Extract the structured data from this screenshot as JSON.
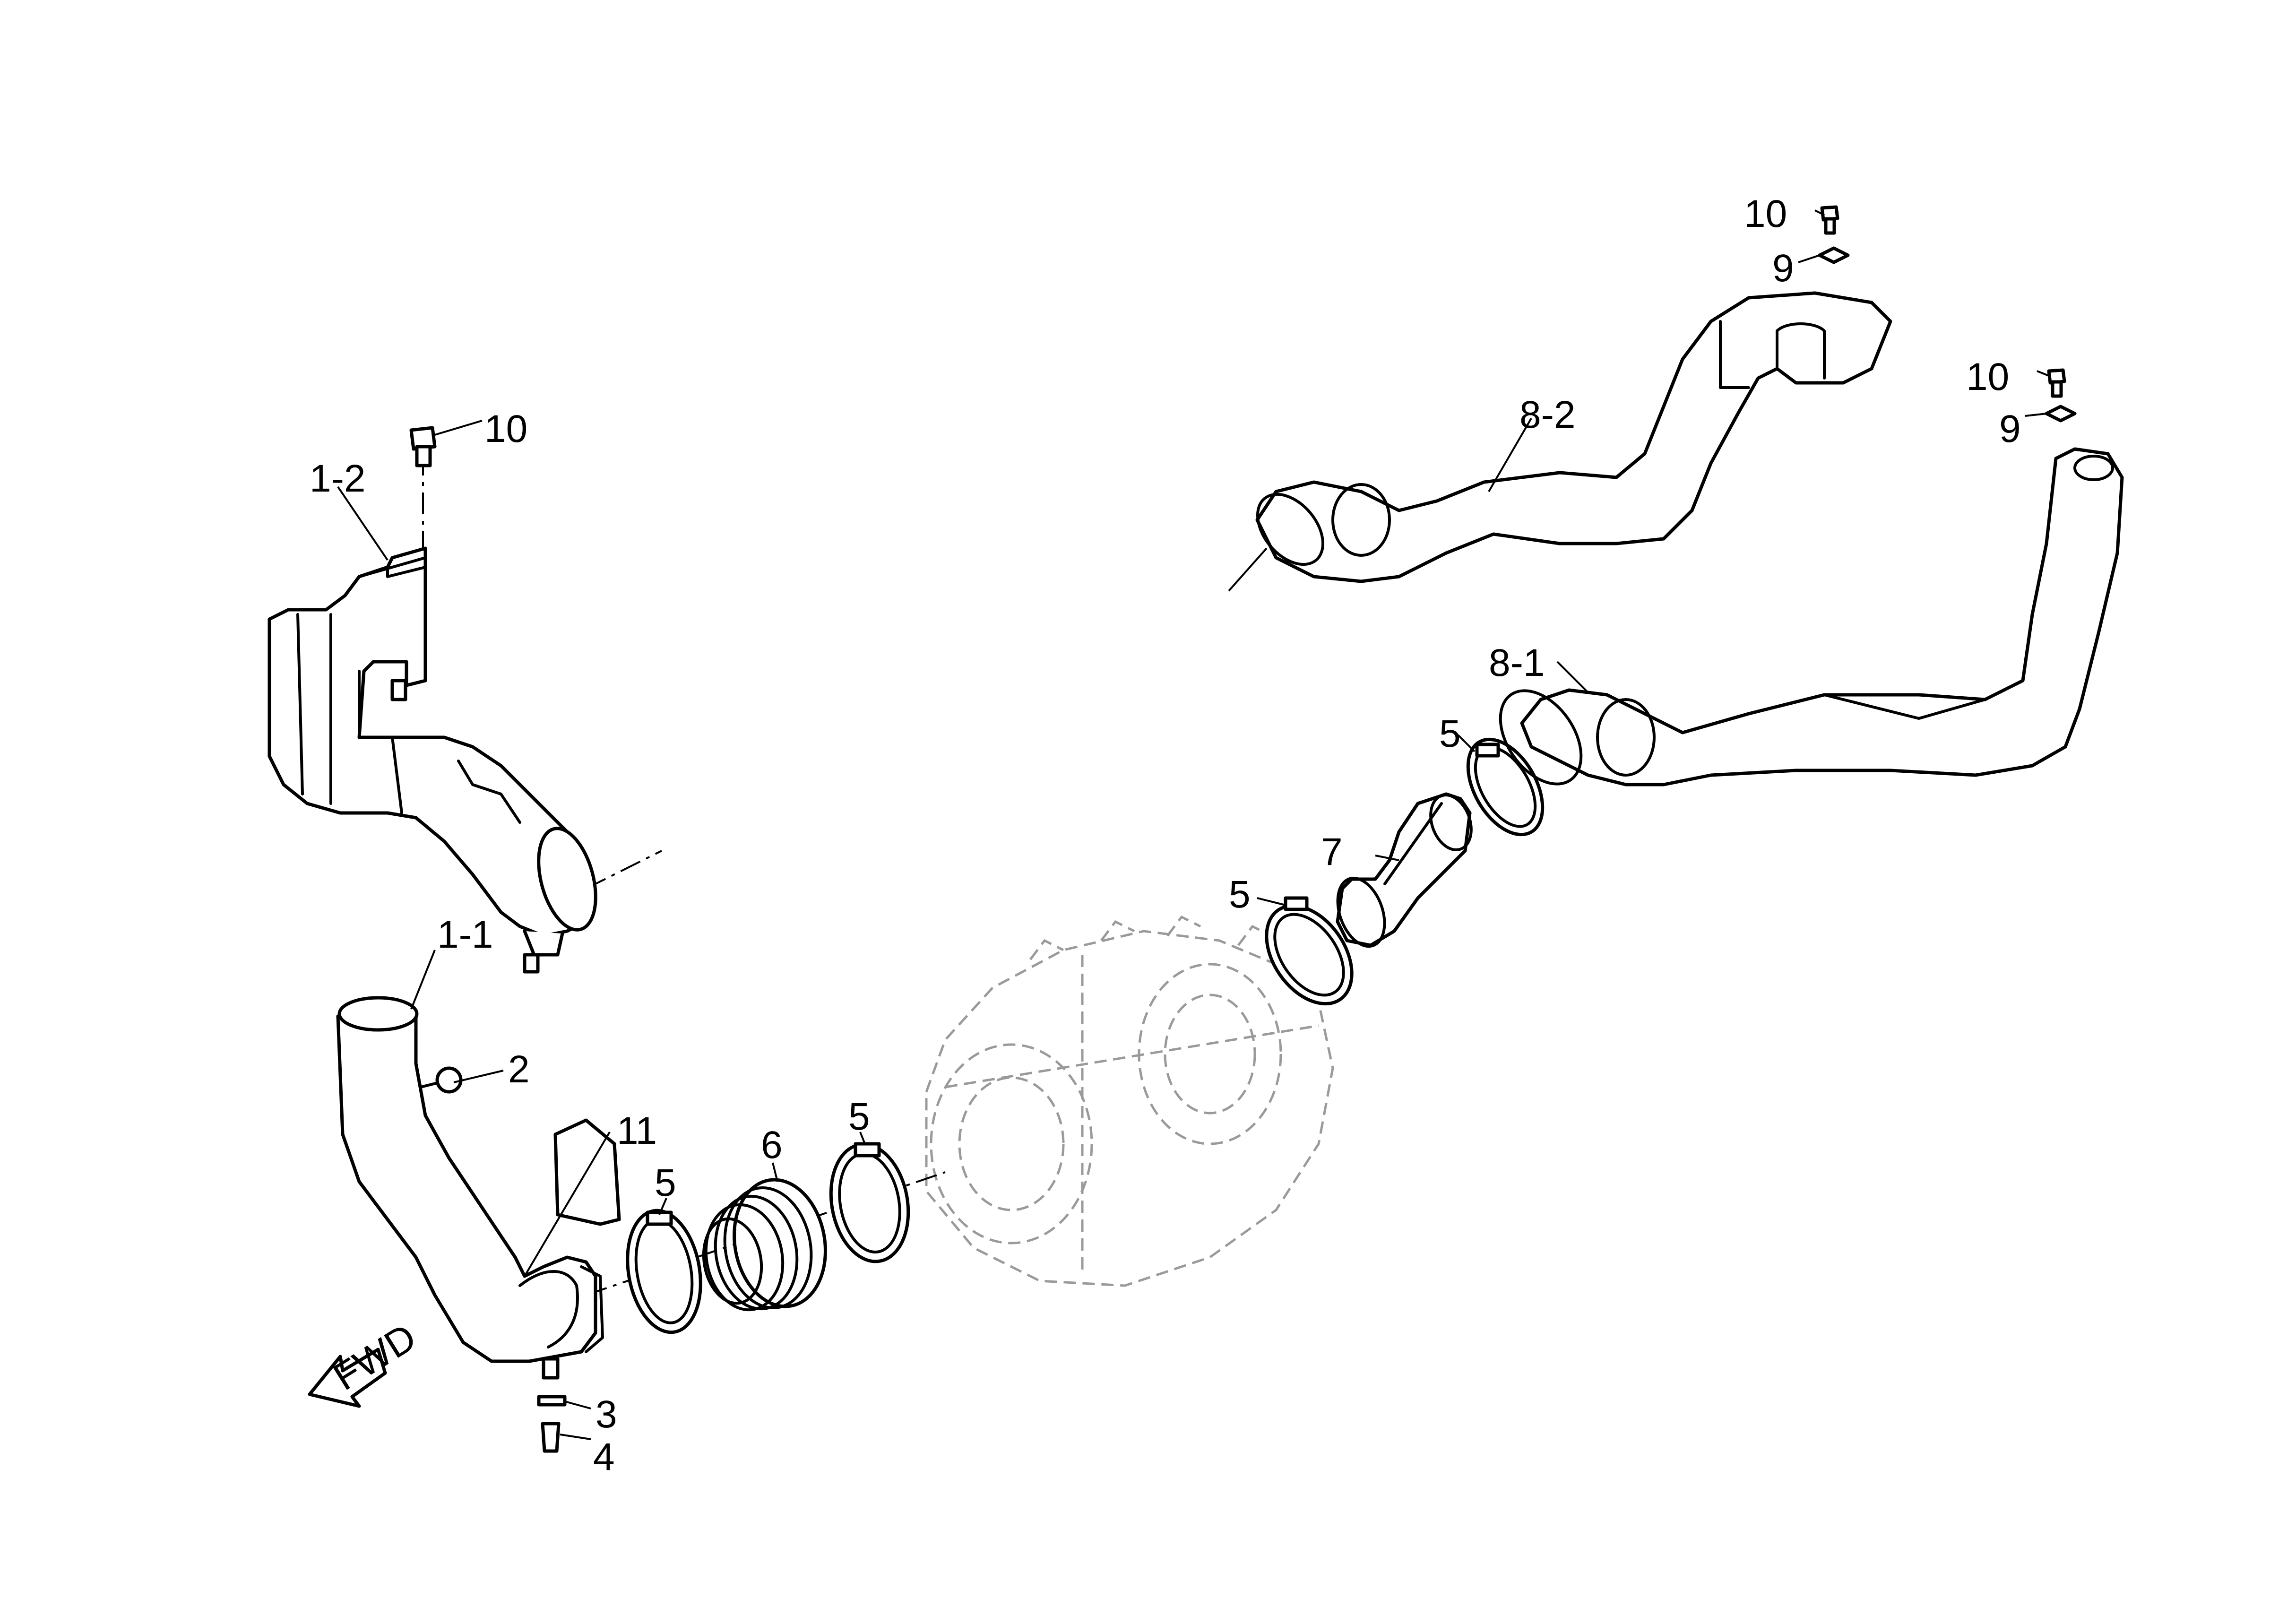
{
  "callouts": {
    "c_1_1": "1-1",
    "c_1_2": "1-2",
    "c_2": "2",
    "c_3": "3",
    "c_4": "4",
    "c_5_a": "5",
    "c_5_b": "5",
    "c_5_c": "5",
    "c_5_d": "5",
    "c_6": "6",
    "c_7": "7",
    "c_8_1": "8-1",
    "c_8_2": "8-2",
    "c_9_a": "9",
    "c_9_b": "9",
    "c_10_a": "10",
    "c_10_b": "10",
    "c_10_c": "10",
    "c_11": "11"
  },
  "direction_arrow": "FWD"
}
